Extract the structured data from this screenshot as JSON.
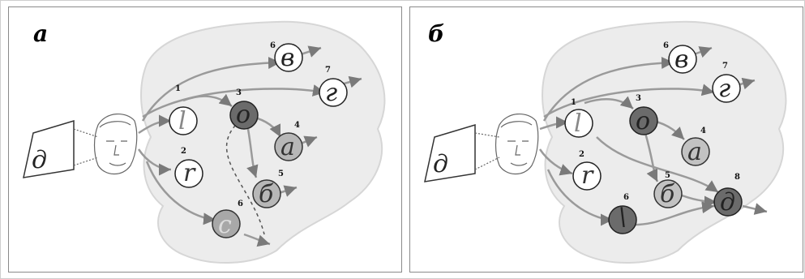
{
  "panels": [
    {
      "label": "а",
      "nodes": [
        {
          "id": "n1",
          "number": "1",
          "letter": "l",
          "fill": "#ffffff"
        },
        {
          "id": "n2",
          "number": "2",
          "letter": "r",
          "fill": "#ffffff"
        },
        {
          "id": "n3",
          "number": "3",
          "letter": "о",
          "fill": "#6b6b6b"
        },
        {
          "id": "n4",
          "number": "4",
          "letter": "а",
          "fill": "#b7b7b7"
        },
        {
          "id": "n5",
          "number": "5",
          "letter": "б",
          "fill": "#b7b7b7"
        },
        {
          "id": "n6",
          "number": "6",
          "letter": "с",
          "fill": "#a8a8a8"
        },
        {
          "id": "n6b",
          "number": "6",
          "letter": "в",
          "fill": "#ffffff"
        },
        {
          "id": "n7",
          "number": "7",
          "letter": "г",
          "fill": "#ffffff"
        }
      ],
      "stimulus": "д"
    },
    {
      "label": "б",
      "nodes": [
        {
          "id": "n1",
          "number": "1",
          "letter": "l",
          "fill": "#ffffff"
        },
        {
          "id": "n2",
          "number": "2",
          "letter": "r",
          "fill": "#ffffff"
        },
        {
          "id": "n3",
          "number": "3",
          "letter": "о",
          "fill": "#6b6b6b"
        },
        {
          "id": "n4",
          "number": "4",
          "letter": "а",
          "fill": "#c2c2c2"
        },
        {
          "id": "n5",
          "number": "5",
          "letter": "б",
          "fill": "#c2c2c2"
        },
        {
          "id": "n6",
          "number": "6",
          "letter": "\\",
          "fill": "#6b6b6b"
        },
        {
          "id": "n8",
          "number": "8",
          "letter": "д",
          "fill": "#6b6b6b"
        },
        {
          "id": "n6b",
          "number": "6",
          "letter": "в",
          "fill": "#ffffff"
        },
        {
          "id": "n7",
          "number": "7",
          "letter": "г",
          "fill": "#ffffff"
        }
      ],
      "stimulus": "д"
    }
  ]
}
